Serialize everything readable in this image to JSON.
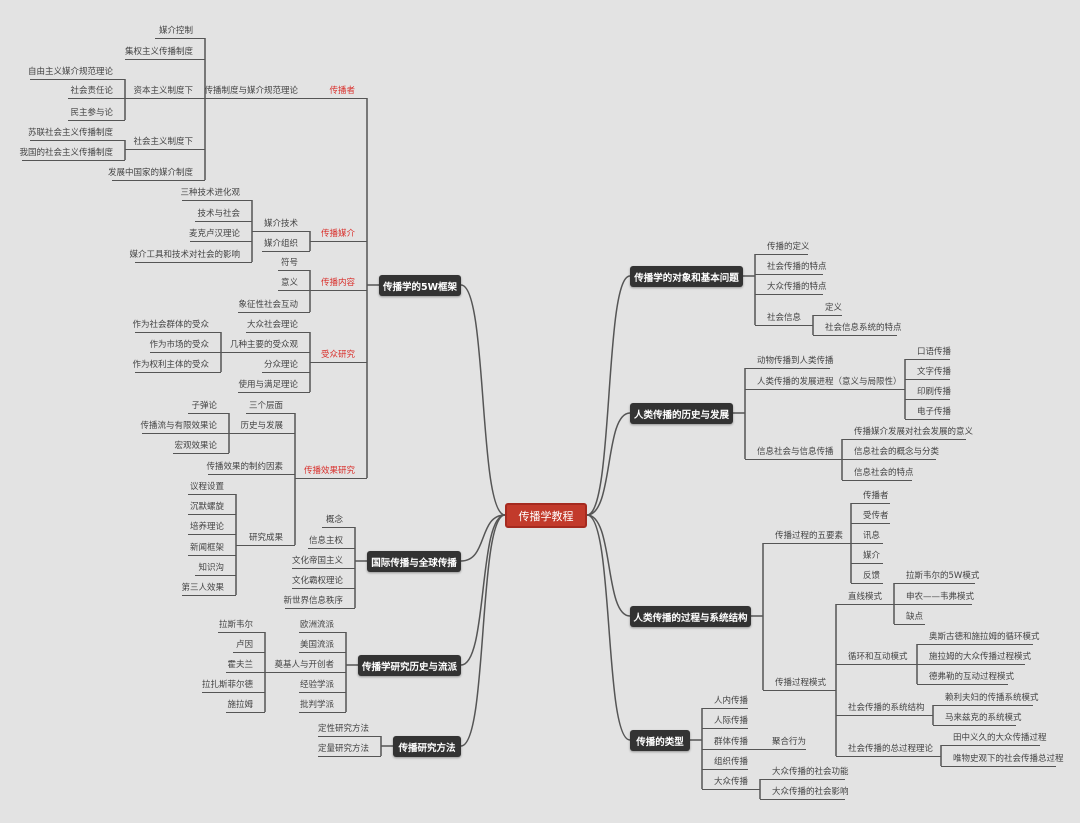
{
  "center": "传播学教程",
  "colors": {
    "background": "#e3e3e3",
    "main_box": "#333333",
    "center_box": "#c23a2b",
    "accent_label": "#d9302c",
    "line": "#555555"
  },
  "L": [
    {
      "t": "传播学的5W框架",
      "c": [
        {
          "t": "传播者",
          "c": [
            {
              "t": "传播制度与媒介规范理论",
              "c": [
                {
                  "t": "媒介控制"
                },
                {
                  "t": "集权主义传播制度"
                },
                {
                  "t": "资本主义制度下",
                  "c": [
                    {
                      "t": "自由主义媒介规范理论"
                    },
                    {
                      "t": "社会责任论"
                    },
                    {
                      "t": "民主参与论"
                    }
                  ]
                },
                {
                  "t": "社会主义制度下",
                  "c": [
                    {
                      "t": "苏联社会主义传播制度"
                    },
                    {
                      "t": "我国的社会主义传播制度"
                    }
                  ]
                },
                {
                  "t": "发展中国家的媒介制度"
                }
              ]
            }
          ]
        },
        {
          "t": "传播媒介",
          "c": [
            {
              "t": "媒介技术",
              "c": [
                {
                  "t": "三种技术进化观"
                },
                {
                  "t": "技术与社会"
                },
                {
                  "t": "麦克卢汉理论"
                },
                {
                  "t": "媒介工具和技术对社会的影响"
                }
              ]
            },
            {
              "t": "媒介组织"
            }
          ]
        },
        {
          "t": "传播内容",
          "c": [
            {
              "t": "符号"
            },
            {
              "t": "意义"
            },
            {
              "t": "象征性社会互动"
            }
          ]
        },
        {
          "t": "受众研究",
          "c": [
            {
              "t": "大众社会理论"
            },
            {
              "t": "几种主要的受众观",
              "c": [
                {
                  "t": "作为社会群体的受众"
                },
                {
                  "t": "作为市场的受众"
                },
                {
                  "t": "作为权利主体的受众"
                }
              ]
            },
            {
              "t": "分众理论"
            },
            {
              "t": "使用与满足理论"
            }
          ]
        },
        {
          "t": "传播效果研究",
          "c": [
            {
              "t": "三个层面"
            },
            {
              "t": "历史与发展",
              "c": [
                {
                  "t": "子弹论"
                },
                {
                  "t": "传播流与有限效果论"
                },
                {
                  "t": "宏观效果论"
                }
              ]
            },
            {
              "t": "传播效果的制约因素"
            },
            {
              "t": "研究成果",
              "c": [
                {
                  "t": "议程设置"
                },
                {
                  "t": "沉默螺旋"
                },
                {
                  "t": "培养理论"
                },
                {
                  "t": "新闻框架"
                },
                {
                  "t": "知识沟"
                },
                {
                  "t": "第三人效果"
                }
              ]
            }
          ]
        }
      ]
    },
    {
      "t": "国际传播与全球传播",
      "c": [
        {
          "t": "概念"
        },
        {
          "t": "信息主权"
        },
        {
          "t": "文化帝国主义"
        },
        {
          "t": "文化霸权理论"
        },
        {
          "t": "新世界信息秩序"
        }
      ]
    },
    {
      "t": "传播学研究历史与流派",
      "c": [
        {
          "t": "欧洲流派"
        },
        {
          "t": "美国流派"
        },
        {
          "t": "奠基人与开创者",
          "c": [
            {
              "t": "拉斯韦尔"
            },
            {
              "t": "卢因"
            },
            {
              "t": "霍夫兰"
            },
            {
              "t": "拉扎斯菲尔德"
            },
            {
              "t": "施拉姆"
            }
          ]
        },
        {
          "t": "经验学派"
        },
        {
          "t": "批判学派"
        }
      ]
    },
    {
      "t": "传播研究方法",
      "c": [
        {
          "t": "定性研究方法"
        },
        {
          "t": "定量研究方法"
        }
      ]
    }
  ],
  "R": [
    {
      "t": "传播学的对象和基本问题",
      "c": [
        {
          "t": "传播的定义"
        },
        {
          "t": "社会传播的特点"
        },
        {
          "t": "大众传播的特点"
        },
        {
          "t": "社会信息",
          "c": [
            {
              "t": "定义"
            },
            {
              "t": "社会信息系统的特点"
            }
          ]
        }
      ]
    },
    {
      "t": "人类传播的历史与发展",
      "c": [
        {
          "t": "动物传播到人类传播"
        },
        {
          "t": "人类传播的发展进程（意义与局限性）",
          "c": [
            {
              "t": "口语传播"
            },
            {
              "t": "文字传播"
            },
            {
              "t": "印刷传播"
            },
            {
              "t": "电子传播"
            }
          ]
        },
        {
          "t": "信息社会与信息传播",
          "c": [
            {
              "t": "传播媒介发展对社会发展的意义"
            },
            {
              "t": "信息社会的概念与分类"
            },
            {
              "t": "信息社会的特点"
            }
          ]
        }
      ]
    },
    {
      "t": "人类传播的过程与系统结构",
      "c": [
        {
          "t": "传播过程的五要素",
          "c": [
            {
              "t": "传播者"
            },
            {
              "t": "受传者"
            },
            {
              "t": "讯息"
            },
            {
              "t": "媒介"
            },
            {
              "t": "反馈"
            }
          ]
        },
        {
          "t": "传播过程模式",
          "c": [
            {
              "t": "直线模式",
              "c": [
                {
                  "t": "拉斯韦尔的5W模式"
                },
                {
                  "t": "申农——韦弗模式"
                },
                {
                  "t": "缺点"
                }
              ]
            },
            {
              "t": "循环和互动模式",
              "c": [
                {
                  "t": "奥斯古德和施拉姆的循环模式"
                },
                {
                  "t": "施拉姆的大众传播过程模式"
                },
                {
                  "t": "德弗勒的互动过程模式"
                }
              ]
            },
            {
              "t": "社会传播的系统结构",
              "c": [
                {
                  "t": "赖利夫妇的传播系统模式"
                },
                {
                  "t": "马来兹克的系统模式"
                }
              ]
            },
            {
              "t": "社会传播的总过程理论",
              "c": [
                {
                  "t": "田中义久的大众传播过程"
                },
                {
                  "t": "唯物史观下的社会传播总过程"
                }
              ]
            }
          ]
        }
      ]
    },
    {
      "t": "传播的类型",
      "c": [
        {
          "t": "人内传播"
        },
        {
          "t": "人际传播"
        },
        {
          "t": "群体传播",
          "c": [
            {
              "t": "聚合行为"
            }
          ]
        },
        {
          "t": "组织传播"
        },
        {
          "t": "大众传播",
          "c": [
            {
              "t": "大众传播的社会功能"
            },
            {
              "t": "大众传播的社会影响"
            }
          ]
        }
      ]
    }
  ]
}
